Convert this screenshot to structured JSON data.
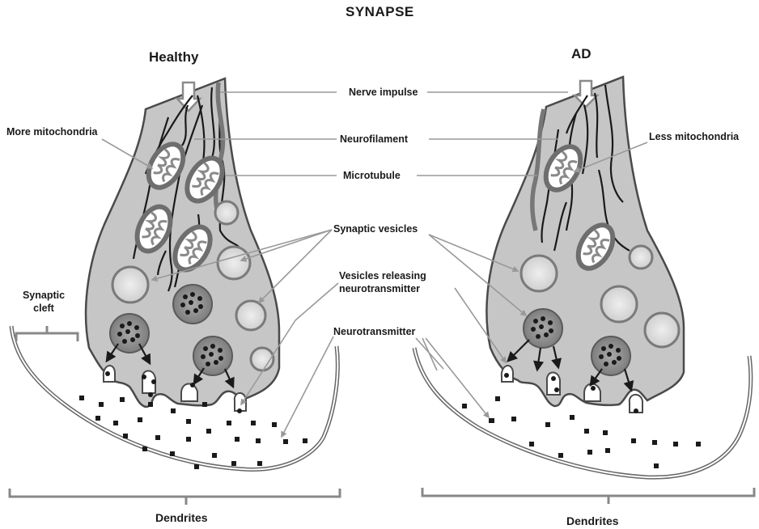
{
  "title": "SYNAPSE",
  "panels": {
    "healthy": "Healthy",
    "ad": "AD"
  },
  "labels": {
    "nerve_impulse": "Nerve impulse",
    "neurofilament": "Neurofilament",
    "microtubule": "Microtubule",
    "synaptic_vesicles": "Synaptic vesicles",
    "vesicles_releasing_line1": "Vesicles releasing",
    "vesicles_releasing_line2": "neurotransmitter",
    "neurotransmitter": "Neurotransmitter",
    "more_mitochondria": "More mitochondria",
    "less_mitochondria": "Less mitochondria",
    "synaptic_cleft_line1": "Synaptic",
    "synaptic_cleft_line2": "cleft",
    "dendrites_left": "Dendrites",
    "dendrites_right": "Dendrites"
  },
  "colors": {
    "terminal_fill": "#c6c6c6",
    "outline": "#4a4a4a",
    "mitochondria_ring": "#6e6e6e",
    "vesicle_fill": "#dedede",
    "dot": "#1a1a1a",
    "leader_line": "#999999"
  }
}
